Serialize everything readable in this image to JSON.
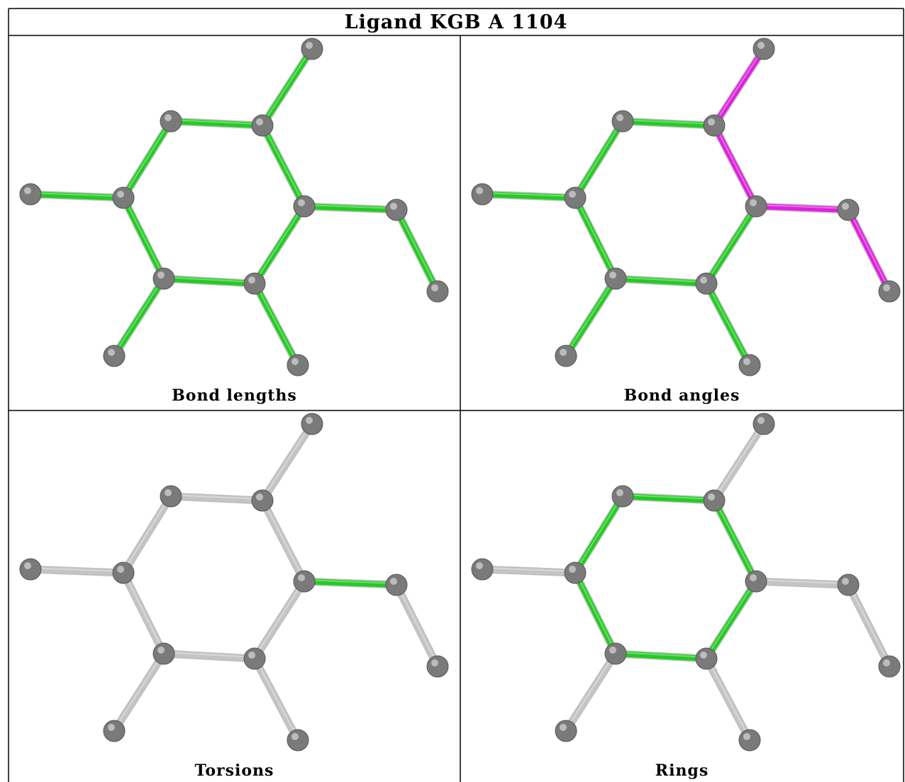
{
  "title": "Ligand KGB A 1104",
  "colors": {
    "bond_green": "#22cc22",
    "bond_magenta": "#e020e0",
    "bond_grey": "#c4c4c4",
    "atom": "#7a7a7a",
    "border": "#000000"
  },
  "panels": [
    {
      "caption": "Bond lengths",
      "bond_colors": [
        "green",
        "green",
        "green",
        "green",
        "green",
        "green",
        "green",
        "green",
        "green",
        "green",
        "green",
        "green"
      ]
    },
    {
      "caption": "Bond angles",
      "bond_colors": [
        "green",
        "magenta",
        "green",
        "green",
        "green",
        "green",
        "magenta",
        "green",
        "green",
        "green",
        "magenta",
        "magenta"
      ]
    },
    {
      "caption": "Torsions",
      "bond_colors": [
        "grey",
        "grey",
        "grey",
        "grey",
        "grey",
        "grey",
        "grey",
        "grey",
        "grey",
        "grey",
        "green",
        "grey"
      ]
    },
    {
      "caption": "Rings",
      "bond_colors": [
        "green",
        "green",
        "green",
        "green",
        "green",
        "green",
        "grey",
        "grey",
        "grey",
        "grey",
        "grey",
        "grey"
      ]
    }
  ]
}
